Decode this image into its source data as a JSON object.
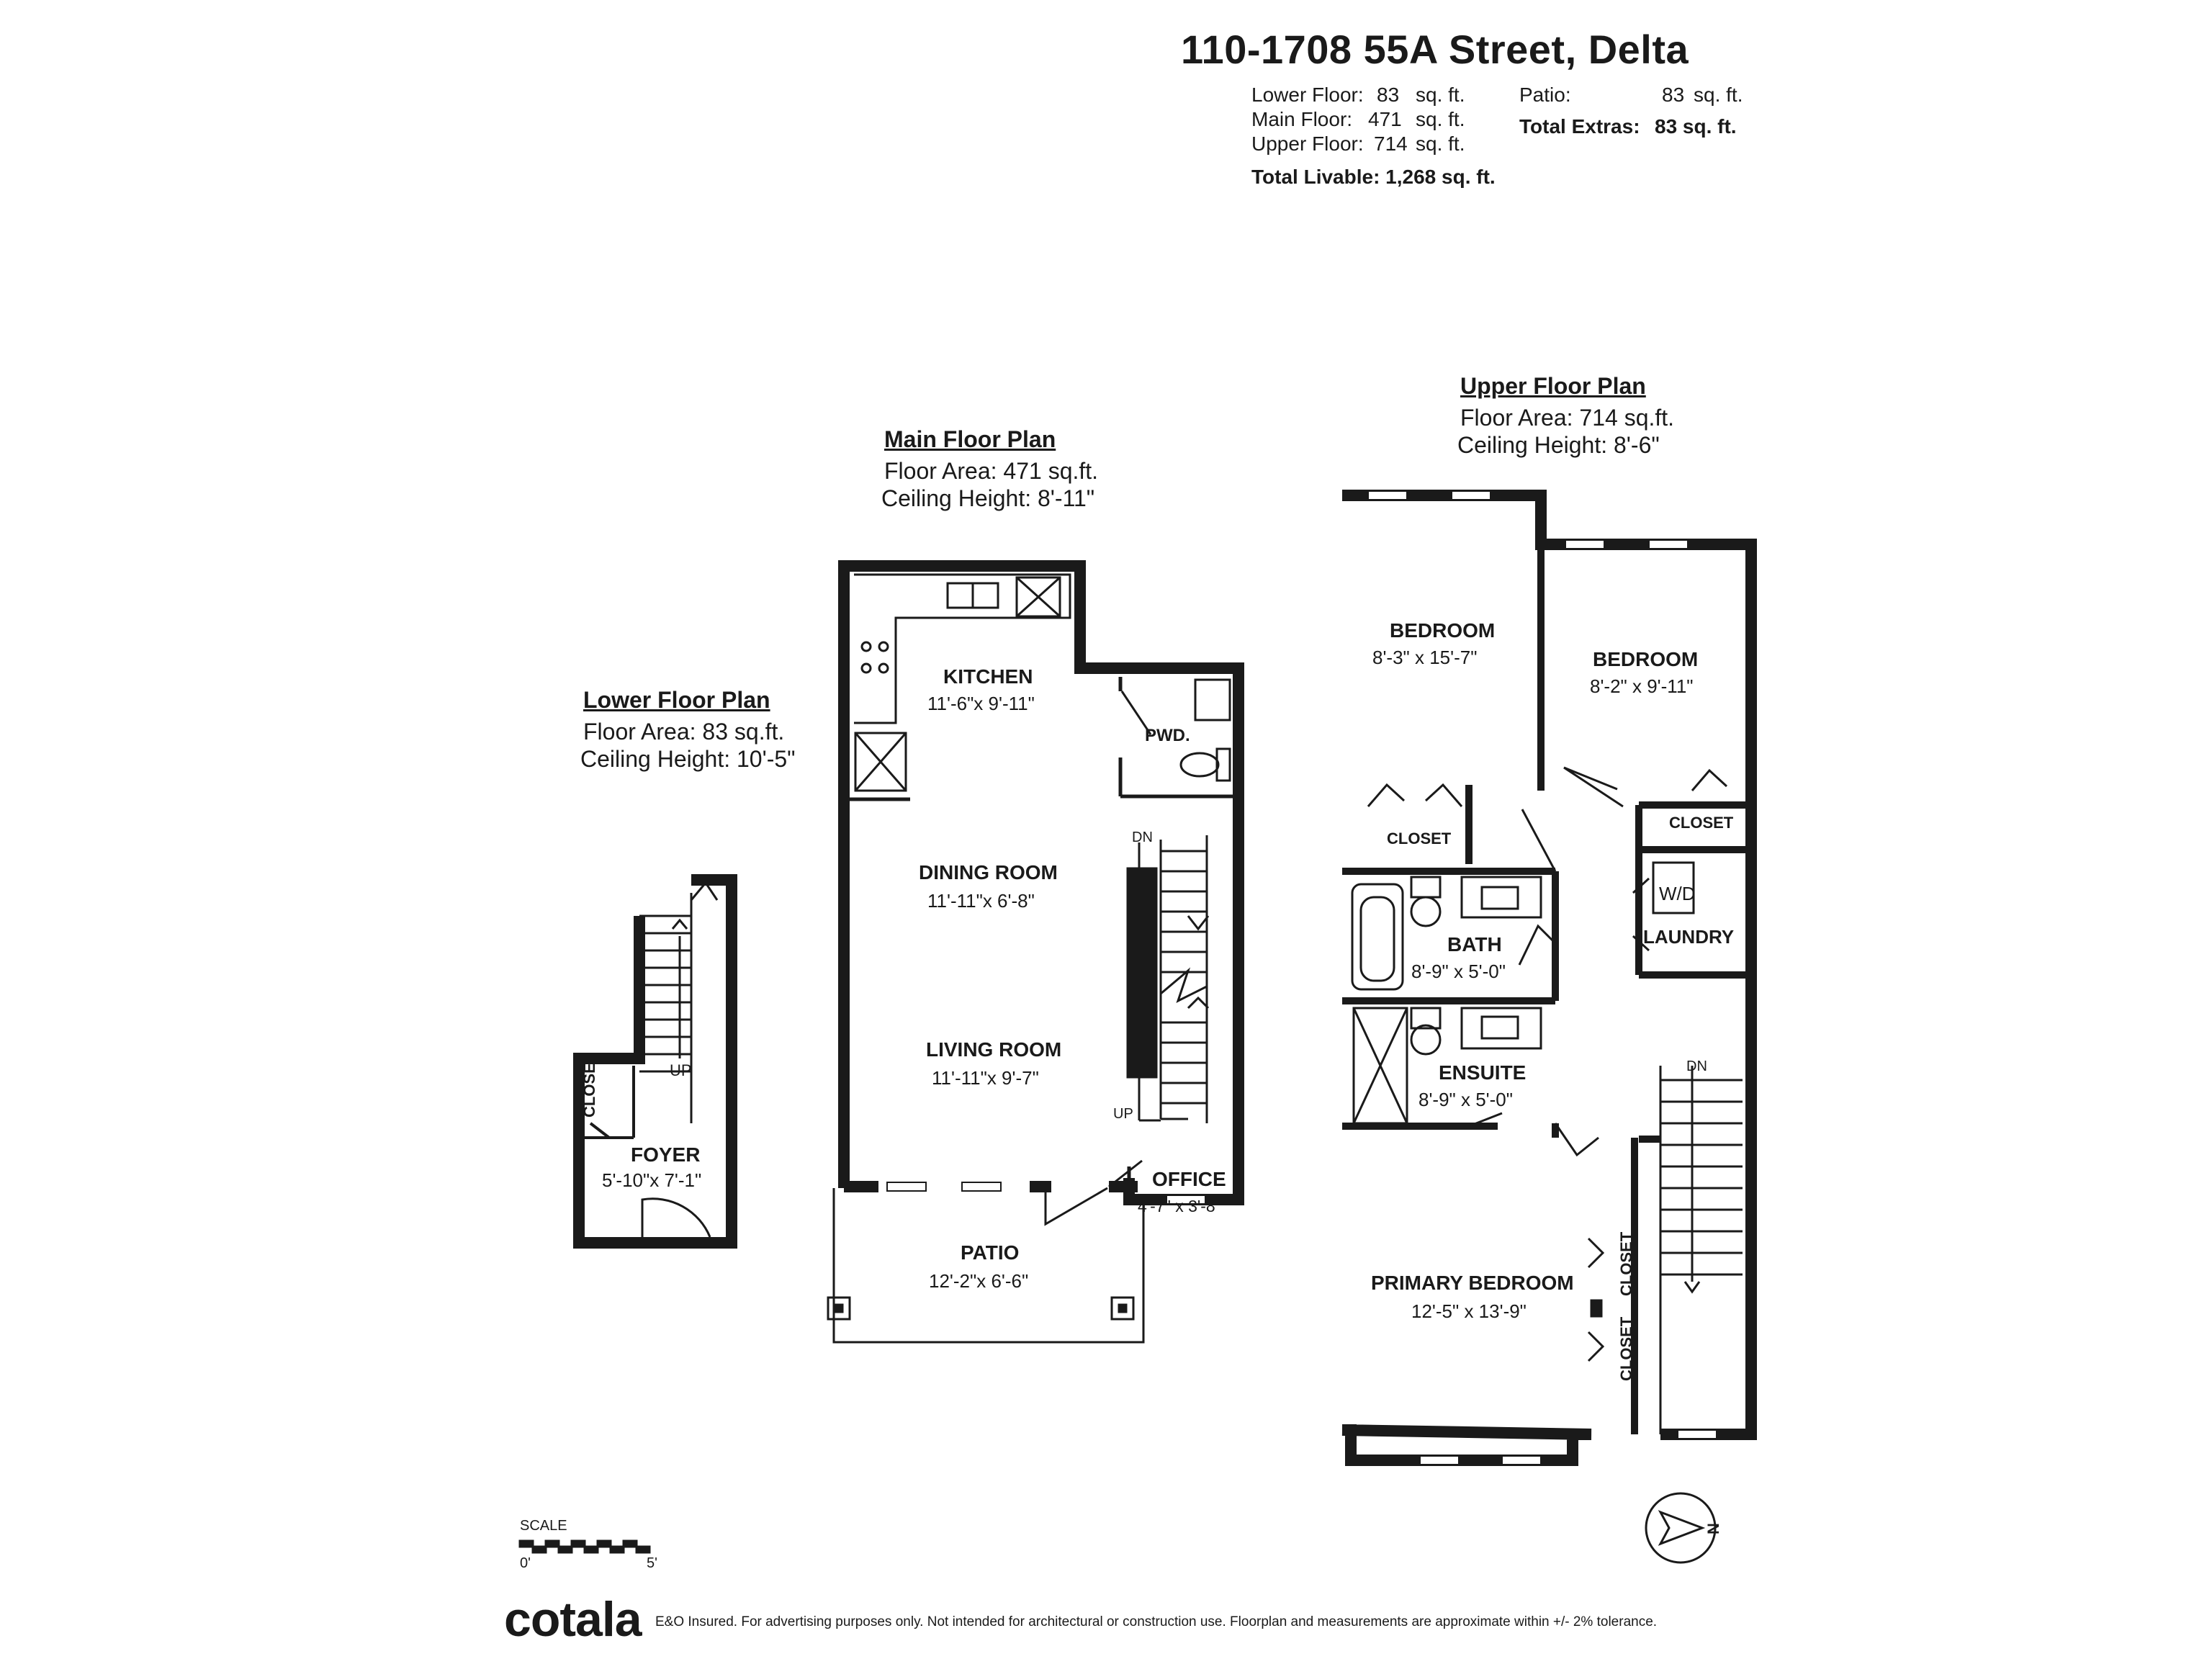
{
  "header": {
    "address": "110-1708 55A Street, Delta",
    "areas": [
      {
        "label": "Lower Floor:",
        "value": "83",
        "unit": "sq. ft."
      },
      {
        "label": "Main Floor:",
        "value": "471",
        "unit": "sq. ft."
      },
      {
        "label": "Upper Floor:",
        "value": "714",
        "unit": "sq. ft."
      }
    ],
    "total_livable_label": "Total Livable:",
    "total_livable_value": "1,268 sq. ft.",
    "extras": [
      {
        "label": "Patio:",
        "value": "83",
        "unit": "sq. ft."
      }
    ],
    "total_extras_label": "Total Extras:",
    "total_extras_value": "83 sq. ft."
  },
  "plans": {
    "lower": {
      "title": "Lower Floor Plan",
      "area": "Floor Area: 83 sq.ft.",
      "ceiling": "Ceiling Height: 10'-5\""
    },
    "main": {
      "title": "Main Floor Plan",
      "area": "Floor Area: 471 sq.ft.",
      "ceiling": "Ceiling Height: 8'-11\""
    },
    "upper": {
      "title": "Upper Floor Plan",
      "area": "Floor Area: 714 sq.ft.",
      "ceiling": "Ceiling Height: 8'-6\""
    }
  },
  "rooms": {
    "foyer": {
      "name": "FOYER",
      "dim": "5'-10\"x 7'-1\""
    },
    "lower_closet": {
      "name": "CLOSET"
    },
    "lower_up": "UP",
    "kitchen": {
      "name": "KITCHEN",
      "dim": "11'-6\"x 9'-11\""
    },
    "pwd": {
      "name": "PWD."
    },
    "dining": {
      "name": "DINING ROOM",
      "dim": "11'-11\"x 6'-8\""
    },
    "living": {
      "name": "LIVING ROOM",
      "dim": "11'-11\"x 9'-7\""
    },
    "office": {
      "name": "OFFICE",
      "dim": "4'-7\" x 3'-8\""
    },
    "patio": {
      "name": "PATIO",
      "dim": "12'-2\"x 6'-6\""
    },
    "main_dn": "DN",
    "main_up": "UP",
    "bedroom1": {
      "name": "BEDROOM",
      "dim": "8'-3\" x 15'-7\""
    },
    "bedroom2": {
      "name": "BEDROOM",
      "dim": "8'-2\" x 9'-11\""
    },
    "closet1": {
      "name": "CLOSET"
    },
    "closet2": {
      "name": "CLOSET"
    },
    "wd": {
      "name": "W/D"
    },
    "laundry": {
      "name": "LAUNDRY"
    },
    "bath": {
      "name": "BATH",
      "dim": "8'-9\" x 5'-0\""
    },
    "ensuite": {
      "name": "ENSUITE",
      "dim": "8'-9\" x 5'-0\""
    },
    "primary": {
      "name": "PRIMARY BEDROOM",
      "dim": "12'-5\" x 13'-9\""
    },
    "closet3": {
      "name": "CLOSET"
    },
    "closet4": {
      "name": "CLOSET"
    },
    "upper_dn": "DN"
  },
  "scale": {
    "label": "SCALE",
    "start": "0'",
    "end": "5'"
  },
  "compass": {
    "north": "N"
  },
  "footer": {
    "brand": "cotala",
    "disclaimer": "E&O Insured. For advertising purposes only. Not intended for architectural or construction use. Floorplan and measurements are approximate within +/- 2% tolerance."
  },
  "colors": {
    "wall": "#1a1a1a",
    "line": "#333333",
    "background": "#ffffff"
  }
}
